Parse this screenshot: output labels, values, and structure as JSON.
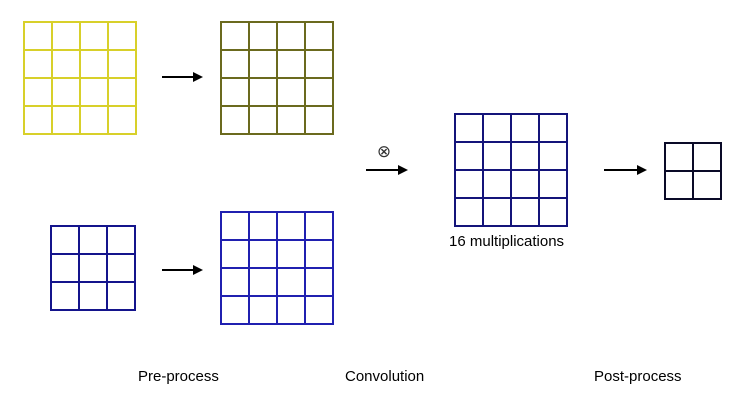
{
  "grids": [
    {
      "name": "input-grid",
      "rows": 4,
      "cols": 4,
      "color": "#d8d02a"
    },
    {
      "name": "transformed-input-grid",
      "rows": 4,
      "cols": 4,
      "color": "#6b6a1e"
    },
    {
      "name": "kernel-grid",
      "rows": 3,
      "cols": 3,
      "color": "#14148c"
    },
    {
      "name": "transformed-kernel-grid",
      "rows": 4,
      "cols": 4,
      "color": "#2020b0"
    },
    {
      "name": "product-grid",
      "rows": 4,
      "cols": 4,
      "color": "#14147a"
    },
    {
      "name": "output-grid",
      "rows": 2,
      "cols": 2,
      "color": "#0a0a28"
    }
  ],
  "operator_symbol": "⊗",
  "labels": {
    "multiplications": "16 multiplications",
    "pre_process": "Pre-process",
    "convolution": "Convolution",
    "post_process": "Post-process"
  },
  "arrow_color": "#000000"
}
